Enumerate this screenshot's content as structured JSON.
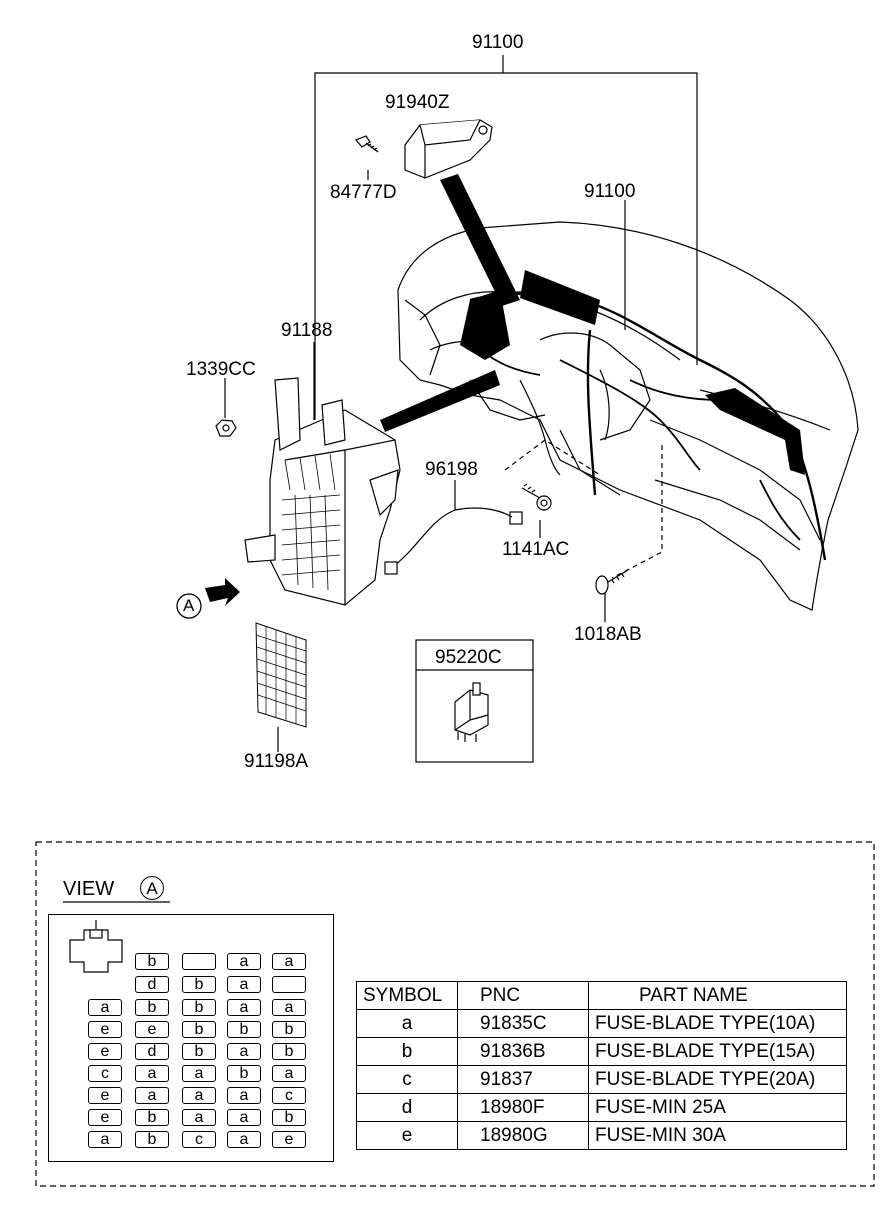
{
  "callouts": {
    "harness_main_top": "91100",
    "harness_main_right": "91100",
    "srs_module": "91940Z",
    "screw": "84777D",
    "junction_box": "91188",
    "nut": "1339CC",
    "wire": "96198",
    "bolt_1141": "1141AC",
    "bolt_1018": "1018AB",
    "relay_box_label": "95220C",
    "label_sheet": "91198A",
    "arrow_view": "A"
  },
  "view": {
    "title": "VIEW",
    "circle": "A"
  },
  "fuse_grid": [
    [
      "",
      "b",
      "",
      "a",
      "a"
    ],
    [
      "",
      "d",
      "b",
      "a",
      ""
    ],
    [
      "a",
      "b",
      "b",
      "a",
      "a"
    ],
    [
      "e",
      "e",
      "b",
      "b",
      "b"
    ],
    [
      "e",
      "d",
      "b",
      "a",
      "b"
    ],
    [
      "c",
      "a",
      "a",
      "b",
      "a"
    ],
    [
      "e",
      "a",
      "a",
      "a",
      "c"
    ],
    [
      "e",
      "b",
      "a",
      "a",
      "b"
    ],
    [
      "a",
      "b",
      "c",
      "a",
      "e"
    ]
  ],
  "legend": {
    "headers": [
      "SYMBOL",
      "PNC",
      "PART NAME"
    ],
    "rows": [
      {
        "symbol": "a",
        "pnc": "91835C",
        "name": "FUSE-BLADE TYPE(10A)"
      },
      {
        "symbol": "b",
        "pnc": "91836B",
        "name": "FUSE-BLADE TYPE(15A)"
      },
      {
        "symbol": "c",
        "pnc": "91837",
        "name": "FUSE-BLADE TYPE(20A)"
      },
      {
        "symbol": "d",
        "pnc": "18980F",
        "name": "FUSE-MIN 25A"
      },
      {
        "symbol": "e",
        "pnc": "18980G",
        "name": "FUSE-MIN 30A"
      }
    ]
  }
}
